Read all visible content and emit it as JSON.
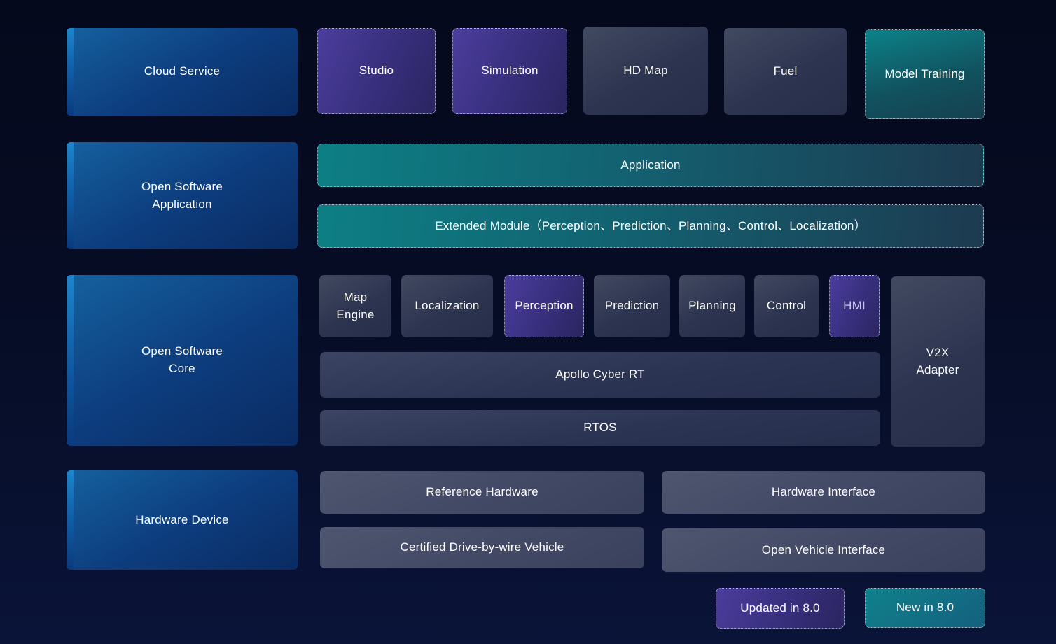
{
  "colors": {
    "background_top": "#05091c",
    "background_bottom": "#0a1438",
    "blue_block": "#0d3d7e",
    "blue_stripe": "#1e86cd",
    "purple_updated": "#4b3d9d",
    "teal_new": "#0d7f84",
    "slate_block": "#2c3450",
    "hmi_text": "#c9c2ee"
  },
  "sides": {
    "cloud": "Cloud Service",
    "open_software_application": "Open Software\nApplication",
    "open_software_core": "Open Software\nCore",
    "hardware_device": "Hardware Device"
  },
  "cloud_row": {
    "studio": "Studio",
    "simulation": "Simulation",
    "hd_map": "HD Map",
    "fuel": "Fuel",
    "model_training": "Model Training"
  },
  "application_row": {
    "application": "Application",
    "extended_module": "Extended Module（Perception、Prediction、Planning、Control、Localization）"
  },
  "core_row": {
    "map_engine": "Map\nEngine",
    "localization": "Localization",
    "perception": "Perception",
    "prediction": "Prediction",
    "planning": "Planning",
    "control": "Control",
    "hmi": "HMI",
    "v2x_adapter": "V2X\nAdapter",
    "cyber_rt": "Apollo Cyber RT",
    "rtos": "RTOS"
  },
  "hardware_row": {
    "reference_hardware": "Reference Hardware",
    "hardware_interface": "Hardware Interface",
    "certified_vehicle": "Certified Drive-by-wire Vehicle",
    "open_vehicle_interface": "Open Vehicle Interface"
  },
  "legend": {
    "updated_label": "Updated in 8.0",
    "new_label": "New in 8.0"
  }
}
